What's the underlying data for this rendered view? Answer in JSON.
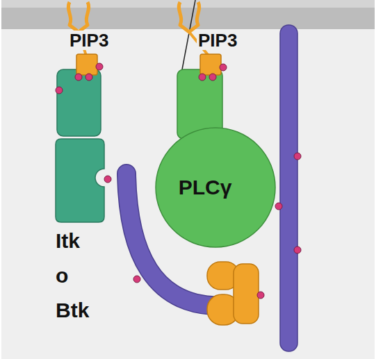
{
  "diagram": {
    "nodes": [
      {
        "text": [
          "Itk o Btk"
        ]
      },
      {
        "text": [
          "PLCγ"
        ]
      }
    ],
    "labels": [
      "PIP3",
      "PIP3"
    ]
  }
}
